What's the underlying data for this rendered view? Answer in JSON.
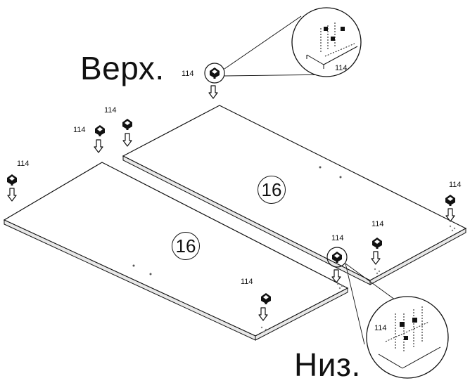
{
  "labels": {
    "top": "Верх.",
    "bottom": "Низ."
  },
  "panels": [
    {
      "number": "16"
    },
    {
      "number": "16"
    }
  ],
  "part_callouts": [
    {
      "number": "114"
    },
    {
      "number": "114"
    },
    {
      "number": "114"
    },
    {
      "number": "114"
    },
    {
      "number": "114"
    },
    {
      "number": "114"
    },
    {
      "number": "114"
    },
    {
      "number": "114"
    }
  ],
  "detail_callouts": [
    {
      "number": "114"
    },
    {
      "number": "114"
    }
  ],
  "colors": {
    "line": "#111111",
    "panel_fill": "#ffffff",
    "panel_edge": "#dcdcdc"
  }
}
